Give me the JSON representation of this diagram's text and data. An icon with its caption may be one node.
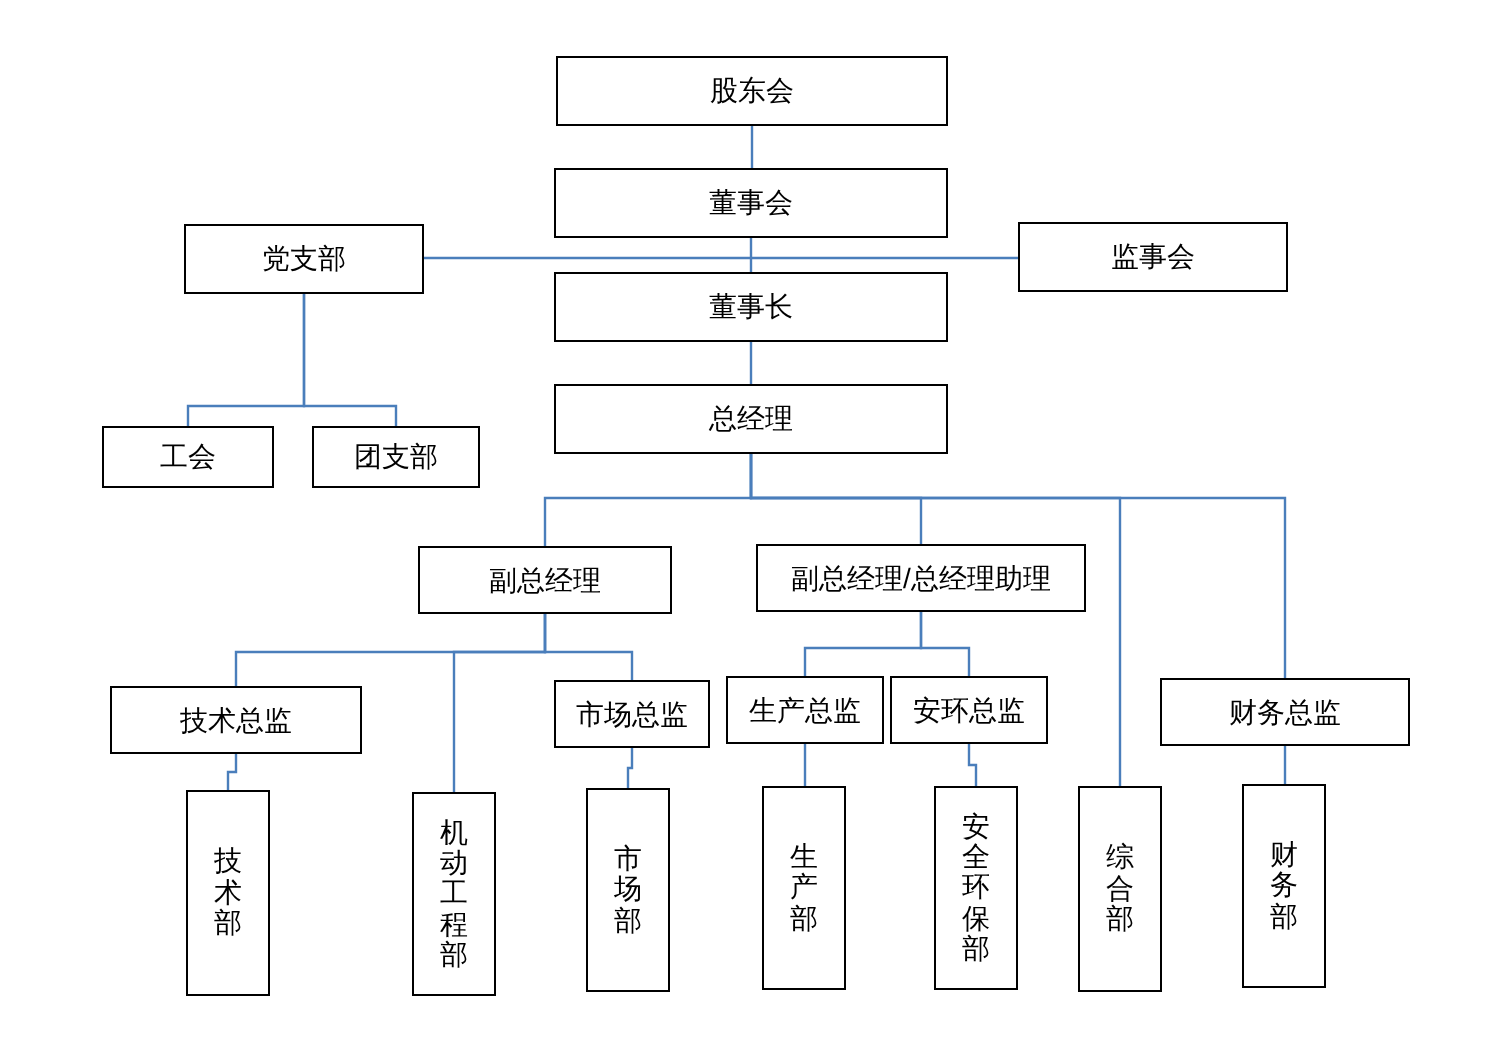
{
  "diagram": {
    "nodes": [
      {
        "text": [
          "股东会"
        ]
      },
      {
        "text": [
          "董事会"
        ]
      },
      {
        "text": [
          "党支部"
        ]
      },
      {
        "text": [
          "监事会"
        ]
      },
      {
        "text": [
          "董事长"
        ]
      },
      {
        "text": [
          "总经理"
        ]
      },
      {
        "text": [
          "工会"
        ]
      },
      {
        "text": [
          "团支部"
        ]
      },
      {
        "text": [
          "副总经理"
        ]
      },
      {
        "text": [
          "副总经理/总经理助理"
        ]
      },
      {
        "text": [
          "技术总监"
        ]
      },
      {
        "text": [
          "市场总监"
        ]
      },
      {
        "text": [
          "生产总监"
        ]
      },
      {
        "text": [
          "安环总监"
        ]
      },
      {
        "text": [
          "财务总监"
        ]
      },
      {
        "text": [
          "技术部"
        ]
      },
      {
        "text": [
          "机动工程部"
        ]
      },
      {
        "text": [
          "市场部"
        ]
      },
      {
        "text": [
          "生产部"
        ]
      },
      {
        "text": [
          "安全环保部"
        ]
      },
      {
        "text": [
          "综合部"
        ]
      },
      {
        "text": [
          "财务部"
        ]
      }
    ],
    "edges": [
      {
        "from": 0,
        "to": 1,
        "arrow": "none"
      },
      {
        "from": 1,
        "to": 4,
        "arrow": "none"
      },
      {
        "from": 2,
        "to": 3,
        "arrow": "none"
      },
      {
        "from": 4,
        "to": 5,
        "arrow": "none"
      },
      {
        "from": 2,
        "to": 6,
        "arrow": "none"
      },
      {
        "from": 2,
        "to": 7,
        "arrow": "none"
      },
      {
        "from": 5,
        "to": 8,
        "arrow": "none"
      },
      {
        "from": 5,
        "to": 9,
        "arrow": "none"
      },
      {
        "from": 5,
        "to": 20,
        "arrow": "none"
      },
      {
        "from": 5,
        "to": 14,
        "arrow": "none"
      },
      {
        "from": 8,
        "to": 10,
        "arrow": "none"
      },
      {
        "from": 8,
        "to": 16,
        "arrow": "none"
      },
      {
        "from": 8,
        "to": 11,
        "arrow": "none"
      },
      {
        "from": 9,
        "to": 12,
        "arrow": "none"
      },
      {
        "from": 9,
        "to": 13,
        "arrow": "none"
      },
      {
        "from": 10,
        "to": 15,
        "arrow": "none"
      },
      {
        "from": 11,
        "to": 17,
        "arrow": "none"
      },
      {
        "from": 12,
        "to": 18,
        "arrow": "none"
      },
      {
        "from": 13,
        "to": 19,
        "arrow": "none"
      },
      {
        "from": 14,
        "to": 21,
        "arrow": "none"
      }
    ]
  }
}
